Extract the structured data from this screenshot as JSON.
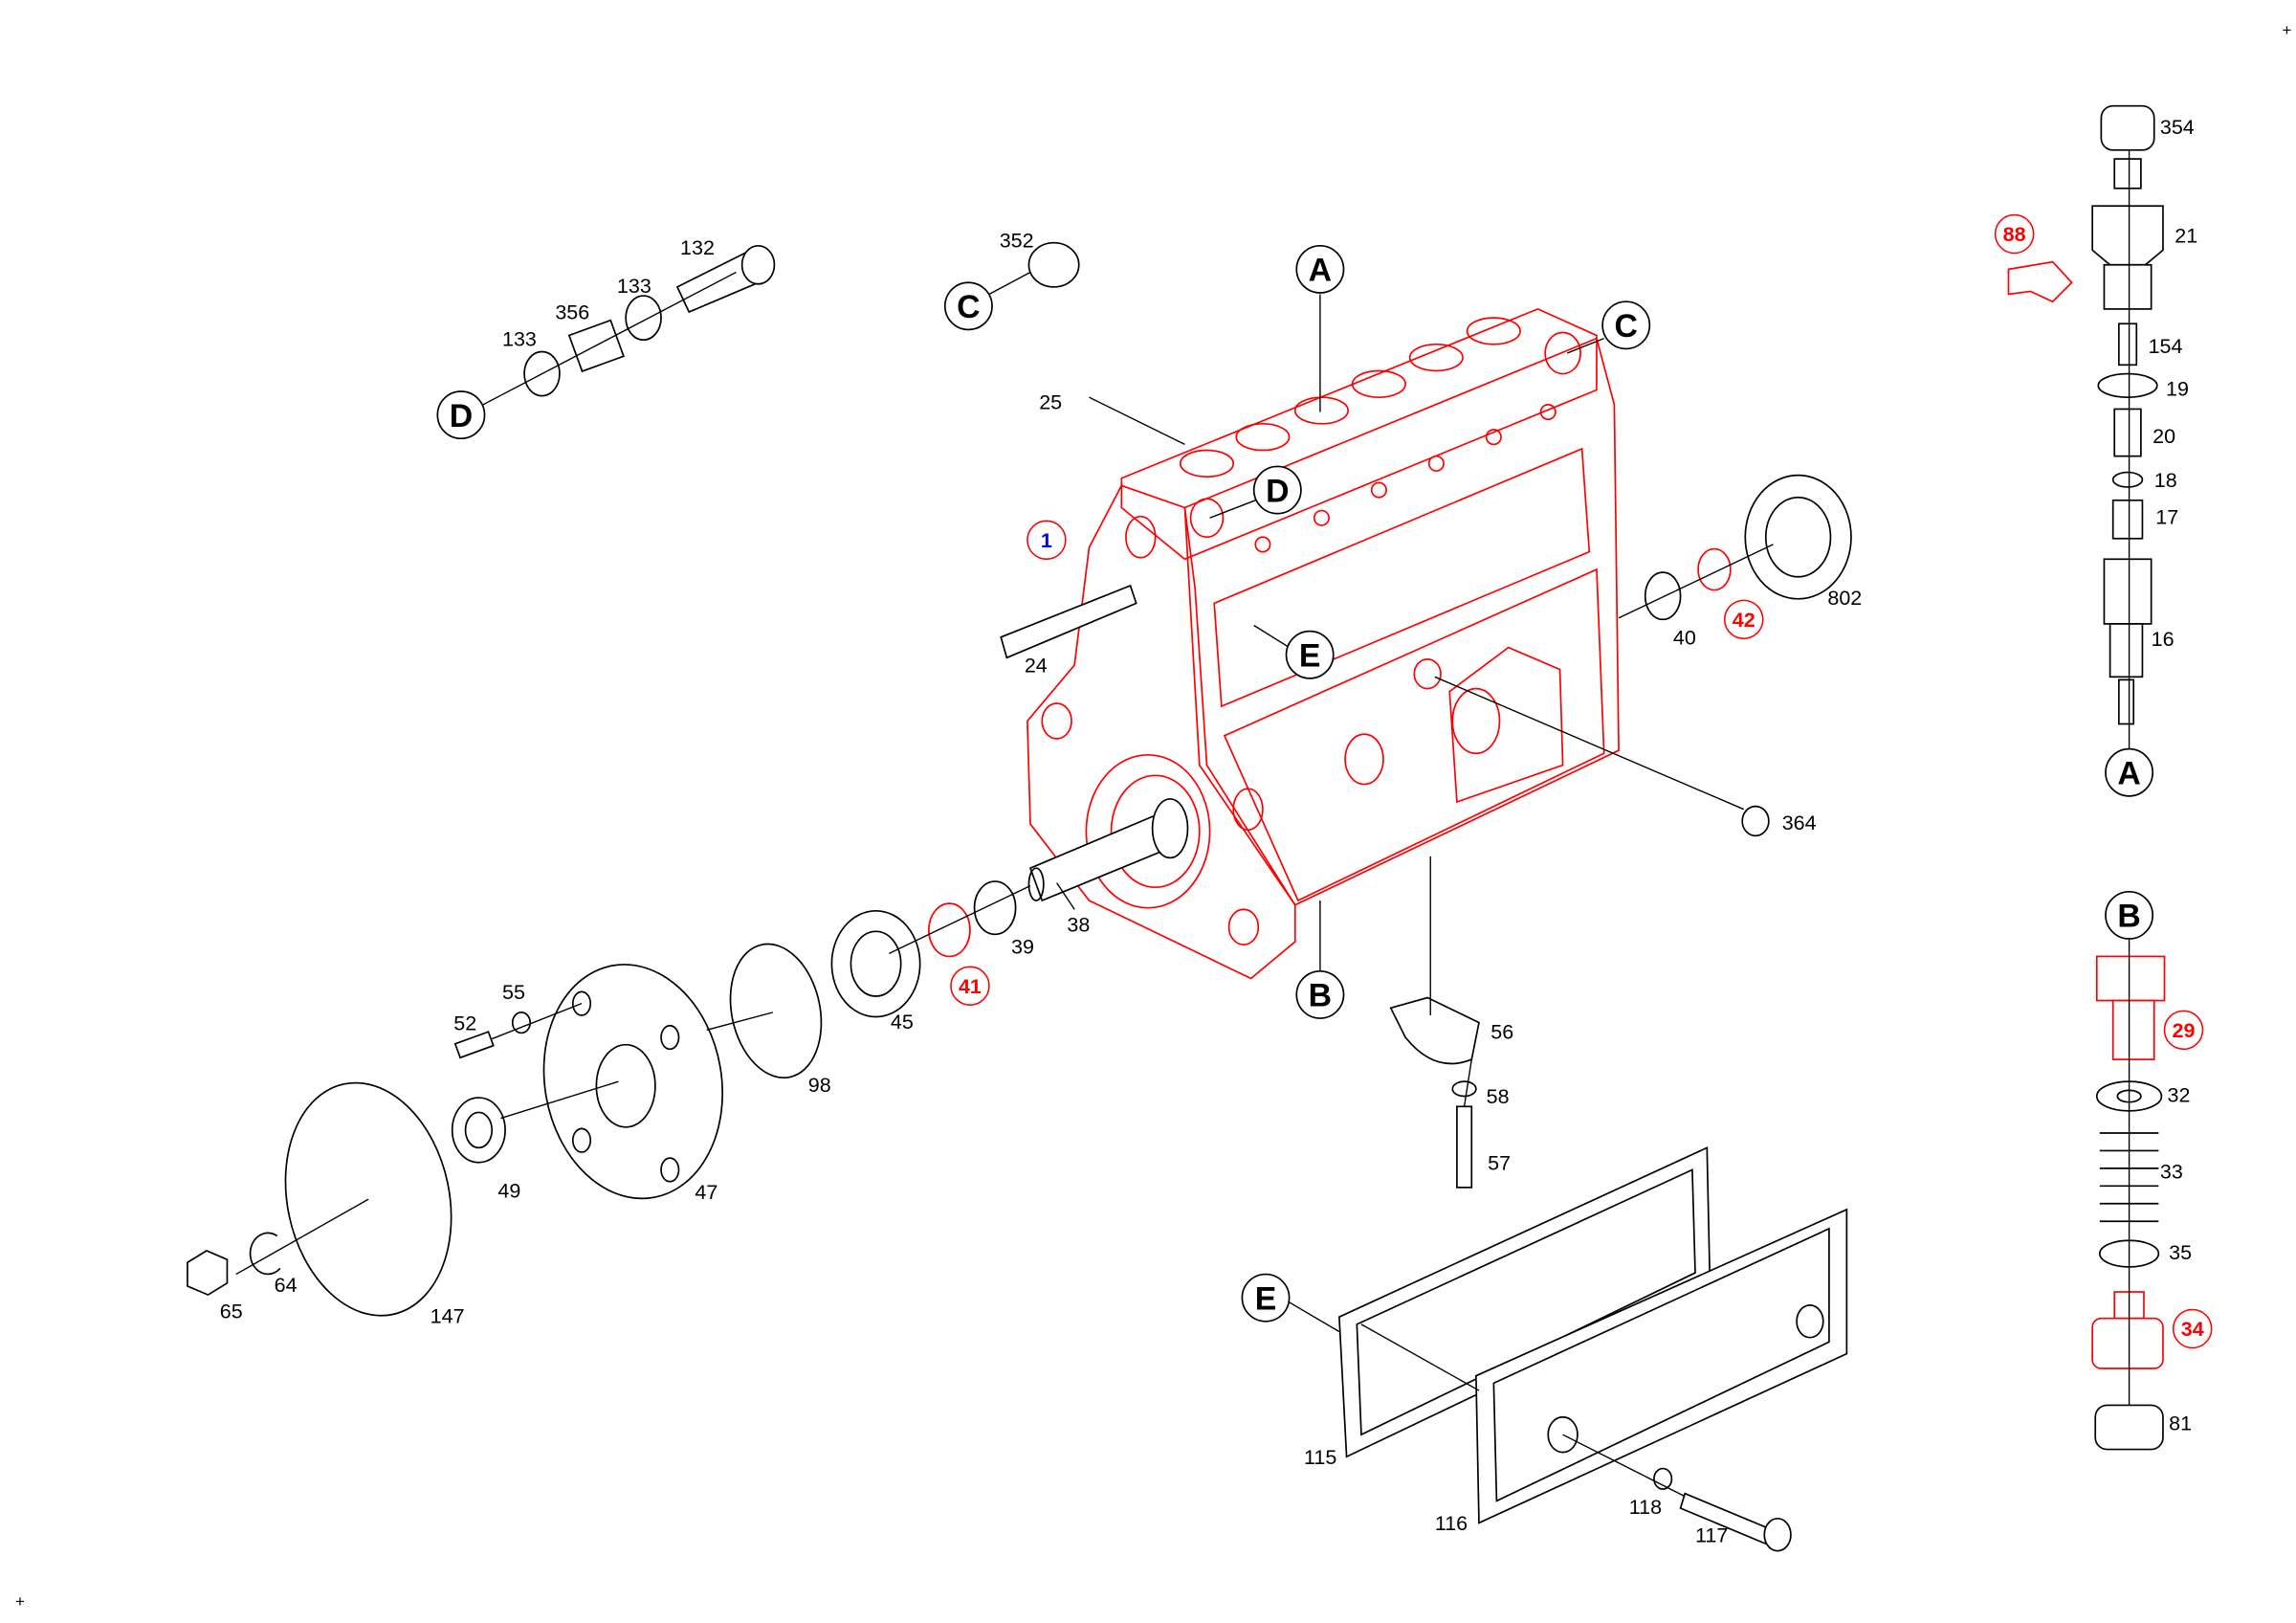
{
  "title": "Injection pump housing exploded parts diagram",
  "colors": {
    "housing": "#ff0000",
    "highlight": "#ff0000",
    "main_part": "#0000ff",
    "lines": "#000000"
  },
  "corner_marks": [
    "+",
    "+"
  ],
  "refs": {
    "A": "A",
    "B": "B",
    "C": "C",
    "D": "D",
    "E": "E"
  },
  "parts": {
    "p354": "354",
    "p21": "21",
    "p88": "88",
    "p154": "154",
    "p19": "19",
    "p20": "20",
    "p18": "18",
    "p17": "17",
    "p16": "16",
    "p29": "29",
    "p32": "32",
    "p33": "33",
    "p35": "35",
    "p34": "34",
    "p81": "81",
    "p132": "132",
    "p133a": "133",
    "p356": "356",
    "p133b": "133",
    "p352": "352",
    "p25": "25",
    "p1": "1",
    "p24": "24",
    "p802": "802",
    "p40": "40",
    "p42": "42",
    "p364": "364",
    "p38": "38",
    "p39": "39",
    "p41": "41",
    "p45": "45",
    "p56": "56",
    "p58": "58",
    "p57": "57",
    "p55": "55",
    "p52": "52",
    "p98": "98",
    "p49": "49",
    "p47": "47",
    "p65": "65",
    "p64": "64",
    "p147": "147",
    "p115": "115",
    "p116": "116",
    "p118": "118",
    "p117": "117"
  }
}
